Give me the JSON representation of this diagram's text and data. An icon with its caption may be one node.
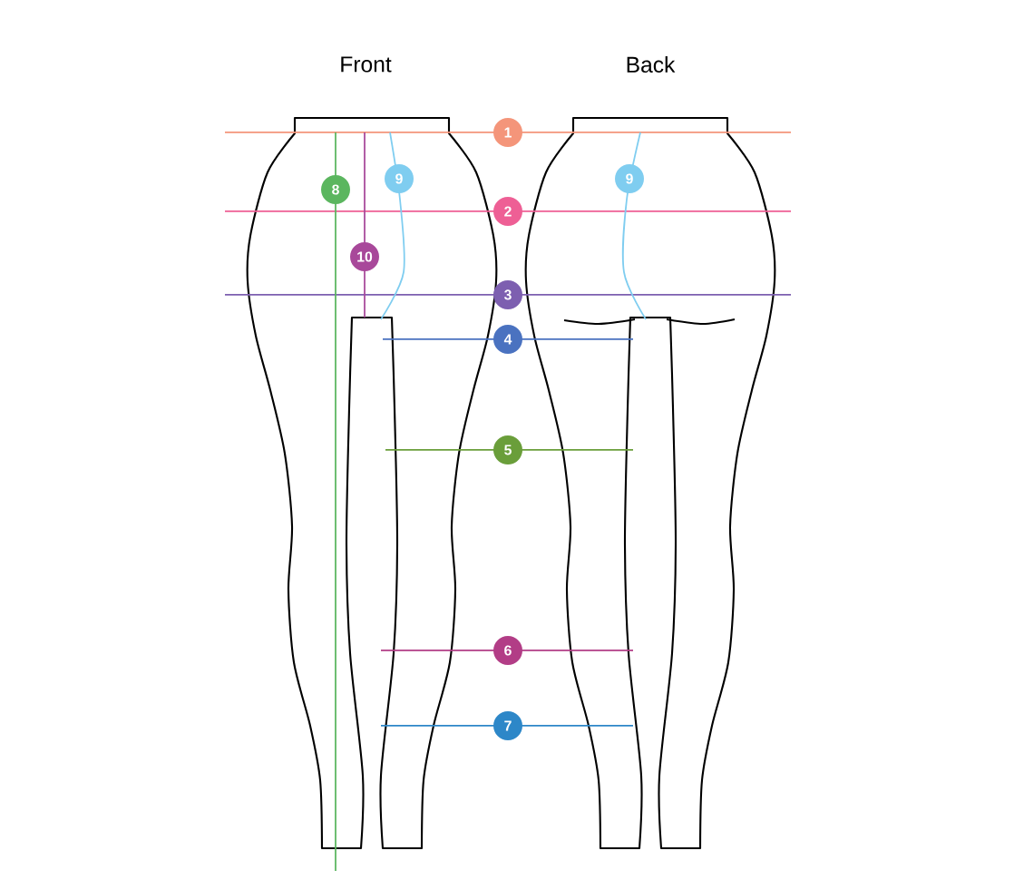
{
  "diagram": {
    "nodes": [
      {
        "text": [
          "1"
        ]
      },
      {
        "text": [
          "8"
        ]
      },
      {
        "text": [
          "9"
        ]
      },
      {
        "text": [
          "9"
        ]
      },
      {
        "text": [
          "2"
        ]
      },
      {
        "text": [
          "10"
        ]
      },
      {
        "text": [
          "3"
        ]
      },
      {
        "text": [
          "4"
        ]
      },
      {
        "text": [
          "5"
        ]
      },
      {
        "text": [
          "6"
        ]
      },
      {
        "text": [
          "7"
        ]
      }
    ],
    "labels": [
      "Front",
      "Back"
    ]
  }
}
